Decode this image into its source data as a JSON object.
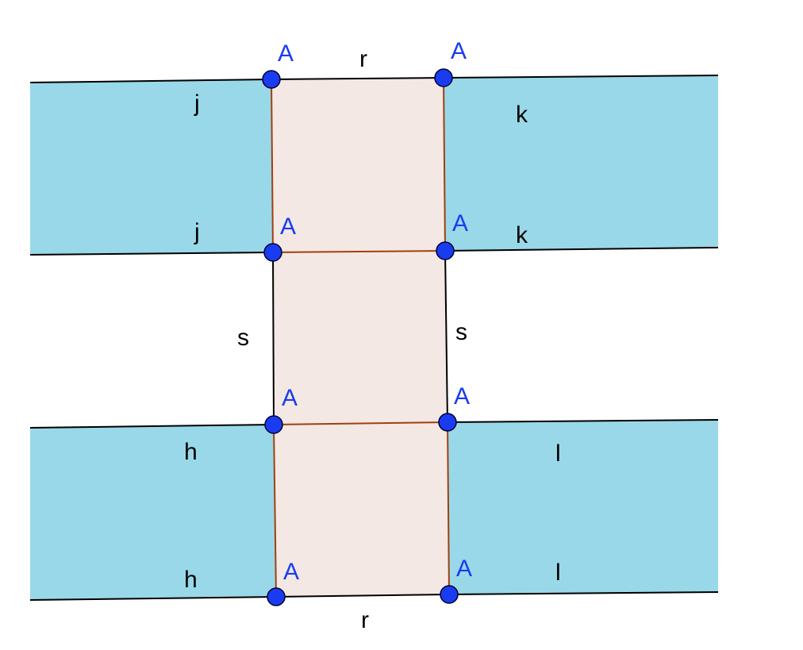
{
  "colors": {
    "band_fill": "#99d8e8",
    "rect_fill": "#f4e8e4",
    "rect_edge": "#a0400e",
    "line": "#000000",
    "point": "#1a3cf0",
    "point_label": "#1a3cf0"
  },
  "labels": {
    "r_top": "r",
    "r_bottom": "r",
    "s_left": "s",
    "s_right": "s",
    "j_top": "j",
    "j_bottom": "j",
    "k_top": "k",
    "k_bottom": "k",
    "h_top": "h",
    "h_bottom": "h",
    "l_top": "l",
    "l_bottom": "l"
  },
  "points": [
    "A",
    "A",
    "A",
    "A",
    "A",
    "A",
    "A",
    "A"
  ]
}
